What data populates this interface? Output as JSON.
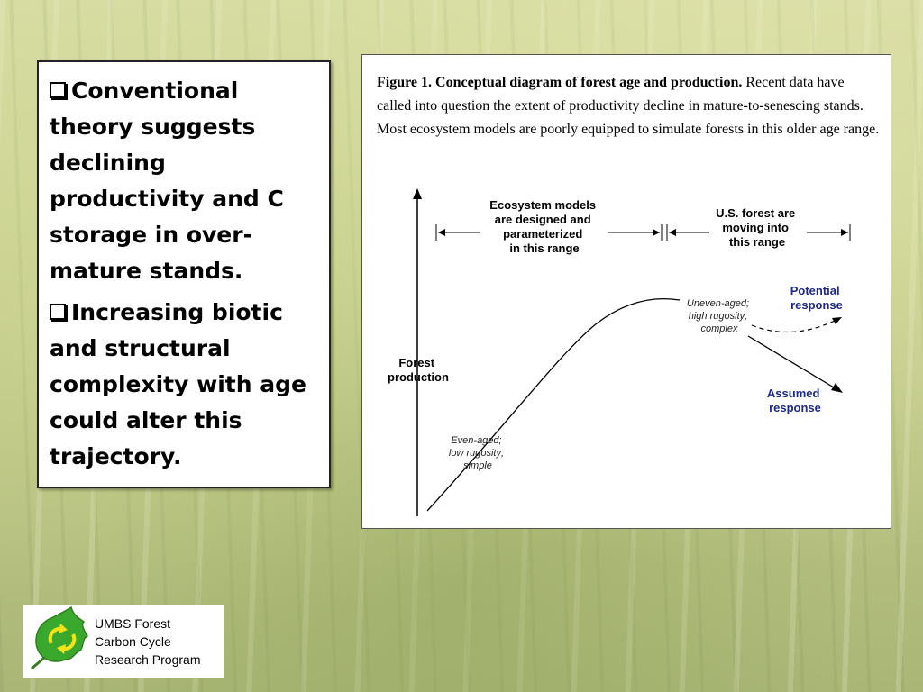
{
  "bullets": [
    "Conventional theory suggests declining productivity and C storage in over-mature stands.",
    "Increasing biotic and structural complexity with age could alter this trajectory."
  ],
  "figure": {
    "caption_title": "Figure 1. Conceptual diagram of forest age and production.",
    "caption_body": "Recent data have called into question the extent of productivity decline in mature-to-senescing stands. Most ecosystem models are poorly equipped to simulate forests in this older age range.",
    "y_axis_label": [
      "Forest",
      "production"
    ],
    "range_left_label": [
      "Ecosystem models",
      "are designed and",
      "parameterized",
      "in this range"
    ],
    "range_right_label": [
      "U.S. forest are",
      "moving into",
      "this range"
    ],
    "start_label": [
      "Even-aged;",
      "low rugosity;",
      "simple"
    ],
    "peak_label": [
      "Uneven-aged;",
      "high rugosity;",
      "complex"
    ],
    "potential_label": [
      "Potential",
      "response"
    ],
    "assumed_label": [
      "Assumed",
      "response"
    ],
    "response_color": "#1f2a8a"
  },
  "logo": {
    "lines": [
      "UMBS Forest",
      "Carbon Cycle",
      "Research Program"
    ],
    "leaf_color": "#3aa82c",
    "arrow_color": "#f2e21a"
  }
}
